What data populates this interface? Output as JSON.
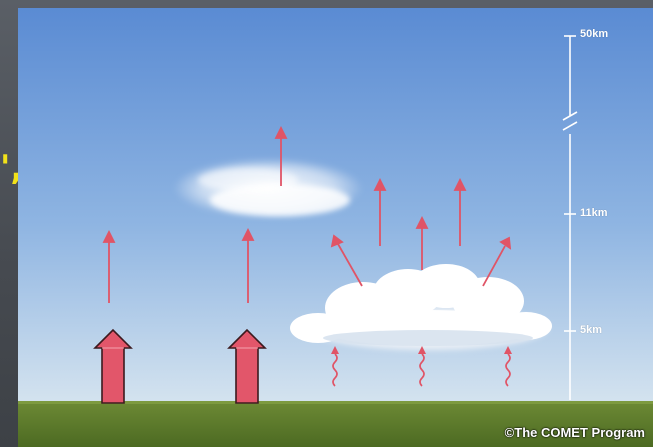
{
  "slide": {
    "stray_text": "',"
  },
  "diagram": {
    "credit": "©The COMET Program",
    "scale_labels": {
      "top": "50km",
      "mid": "11km",
      "low": "5km"
    },
    "colors": {
      "sky_top": "#5c8fd6",
      "sky_bottom": "#cfe0ef",
      "ground": "#5b7a2a",
      "arrow": "#e05466",
      "arrow_outline": "#4a1e22",
      "scale": "#ffffff"
    },
    "icons": [
      "upward-arrow-icon",
      "wavy-arrow-icon",
      "cloud-icon"
    ]
  }
}
